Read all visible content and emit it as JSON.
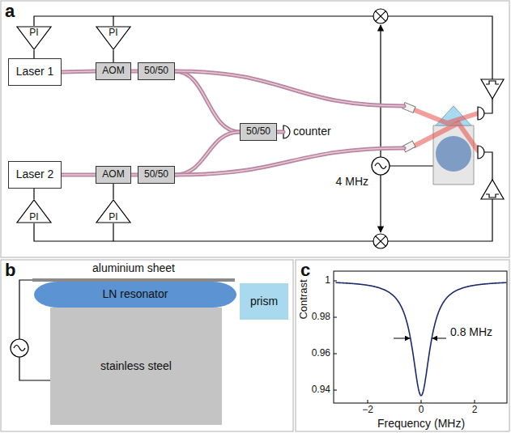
{
  "diagram": {
    "nodes": [
      {
        "text": [
          "PI"
        ]
      },
      {
        "text": [
          "PI"
        ]
      },
      {
        "text": [
          "Laser 1"
        ]
      },
      {
        "text": [
          "AOM"
        ]
      },
      {
        "text": [
          "50/50"
        ]
      },
      {
        "text": [
          "50/50"
        ]
      },
      {
        "text": [
          "Laser 2"
        ]
      },
      {
        "text": [
          "AOM"
        ]
      },
      {
        "text": [
          "50/50"
        ]
      },
      {
        "text": [
          "PI"
        ]
      },
      {
        "text": [
          "PI"
        ]
      },
      {
        "text": [
          "aluminium sheet"
        ]
      },
      {
        "text": [
          "LN resonator"
        ]
      },
      {
        "text": [
          "stainless steel"
        ]
      },
      {
        "text": [
          "prism"
        ]
      }
    ],
    "edges": [
      {
        "from": 0,
        "to": 2,
        "arrow": "none"
      },
      {
        "from": 1,
        "to": 3,
        "arrow": "none"
      },
      {
        "from": 2,
        "to": 3,
        "arrow": "none"
      },
      {
        "from": 3,
        "to": 4,
        "arrow": "none"
      },
      {
        "from": 4,
        "to": 5,
        "arrow": "none"
      },
      {
        "from": 6,
        "to": 7,
        "arrow": "none"
      },
      {
        "from": 7,
        "to": 8,
        "arrow": "none"
      },
      {
        "from": 8,
        "to": 5,
        "arrow": "none"
      },
      {
        "from": 9,
        "to": 6,
        "arrow": "none"
      },
      {
        "from": 10,
        "to": 7,
        "arrow": "none"
      }
    ],
    "labels": [
      "a",
      "b",
      "c",
      "counter",
      "4 MHz",
      "Contrast",
      "0.8 MHz",
      "1",
      "0.98",
      "0.96",
      "0.94",
      "−2",
      "0",
      "2",
      "Frequency (MHz)"
    ]
  }
}
